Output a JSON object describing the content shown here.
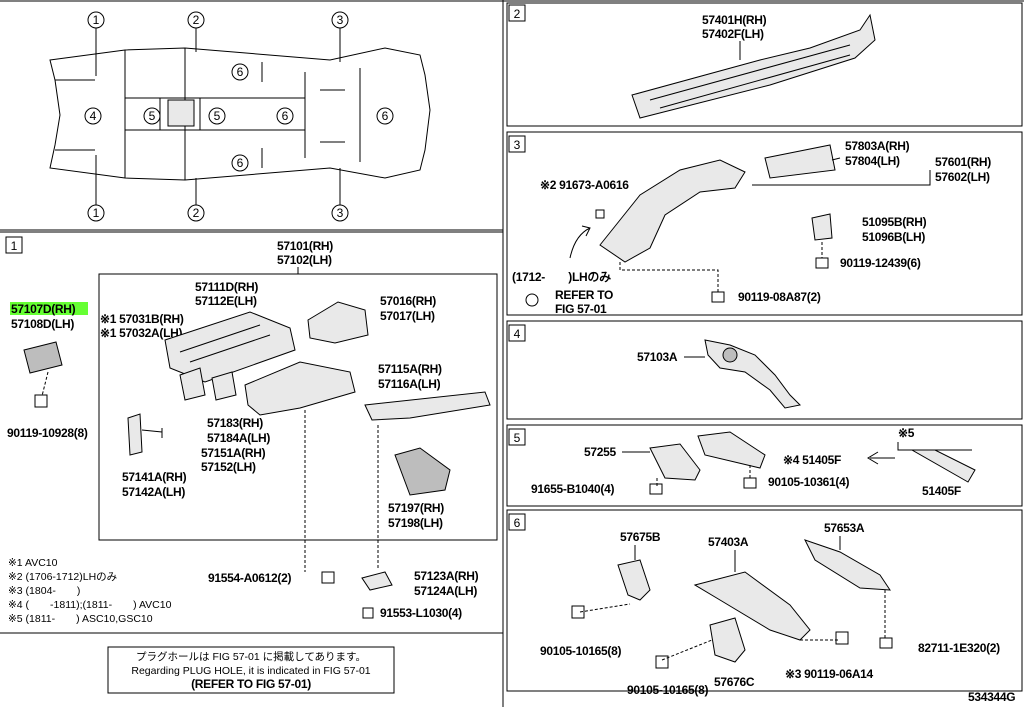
{
  "callouts": {
    "c1": "1",
    "c2": "2",
    "c3": "3",
    "c4": "4",
    "c5": "5",
    "c6": "6"
  },
  "sec1": {
    "box_label": "1",
    "top_a": "57101(RH)",
    "top_b": "57102(LH)",
    "p57107d": "57107D(RH)",
    "p57108d": "57108D(LH)",
    "b90119_10928": "90119-10928(8)",
    "p57111d": "57111D(RH)",
    "p57112e": "57112E(LH)",
    "p57031b": "※1 57031B(RH)",
    "p57032a": "※1 57032A(LH)",
    "p57016": "57016(RH)",
    "p57017": "57017(LH)",
    "p57115a": "57115A(RH)",
    "p57116a": "57116A(LH)",
    "p57183": "57183(RH)",
    "p57184a": "57184A(LH)",
    "p57151a": "57151A(RH)",
    "p57152": "57152(LH)",
    "p57141a": "57141A(RH)",
    "p57142a": "57142A(LH)",
    "p57197": "57197(RH)",
    "p57198": "57198(LH)",
    "b91554": "91554-A0612(2)",
    "p57123a": "57123A(RH)",
    "p57124a": "57124A(LH)",
    "b91553": "91553-L1030(4)"
  },
  "notes": [
    "※1 AVC10",
    "※2 (1706-1712)LHのみ",
    "※3 (1804-　　)",
    "※4 (　　-1811);(1811-　　) AVC10",
    "※5 (1811-　　) ASC10,GSC10"
  ],
  "notice": {
    "line1": "プラグホールは FIG 57-01 に掲載してあります。",
    "line2": "Regarding PLUG HOLE, it is indicated in FIG 57-01",
    "line3": "(REFER TO FIG 57-01)"
  },
  "sec2": {
    "box_label": "2",
    "a": "57401H(RH)",
    "b": "57402F(LH)"
  },
  "sec3": {
    "box_label": "3",
    "note_291673": "※2 91673-A0616",
    "p57803a": "57803A(RH)",
    "p57804": "57804(LH)",
    "p57601": "57601(RH)",
    "p57602": "57602(LH)",
    "p51095b": "51095B(RH)",
    "p51096b": "51096B(LH)",
    "b90119_12439": "90119-12439(6)",
    "b90119_08a87": "90119-08A87(2)",
    "range": "(1712-　　)LHのみ",
    "refer1": "REFER TO",
    "refer2": "FIG 57-01"
  },
  "sec4": {
    "box_label": "4",
    "p57103a": "57103A"
  },
  "sec5": {
    "box_label": "5",
    "p57255": "57255",
    "p51405f_note": "※4 51405F",
    "note5": "※5",
    "p51405f": "51405F",
    "b91655": "91655-B1040(4)",
    "b90105_10361": "90105-10361(4)"
  },
  "sec6": {
    "box_label": "6",
    "p57675b": "57675B",
    "p57403a": "57403A",
    "p57653a": "57653A",
    "b90105_10165_a": "90105-10165(8)",
    "b90105_10165_b": "90105-10165(8)",
    "p57676c": "57676C",
    "b90119_06a14": "※3 90119-06A14",
    "b82711": "82711-1E320(2)"
  },
  "fig_id": "534344G"
}
